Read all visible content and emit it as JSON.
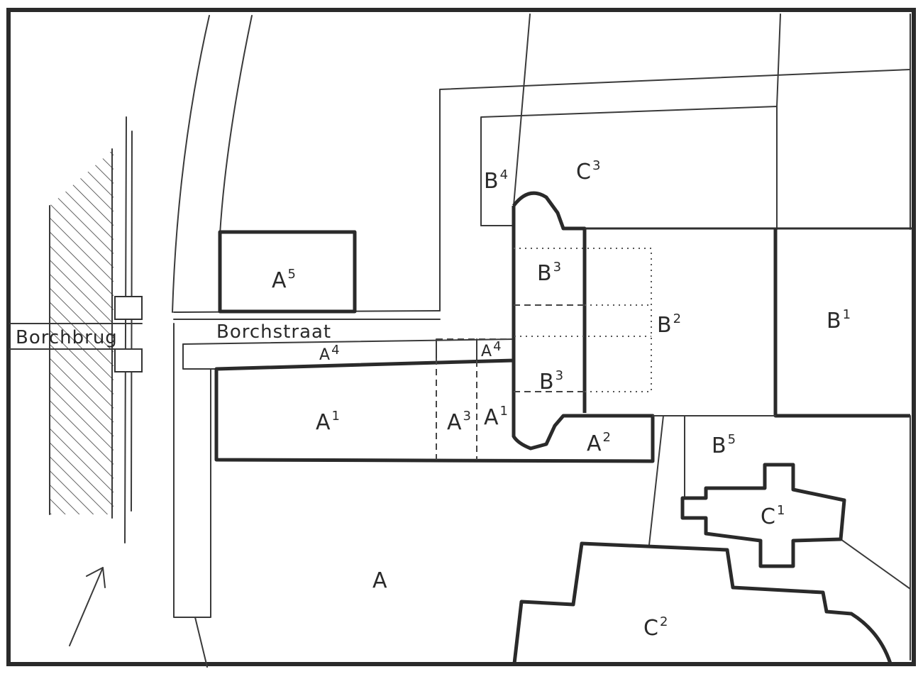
{
  "streets": {
    "bridge": "Borchbrug",
    "street": "Borchstraat"
  },
  "parcels": [
    {
      "id": "A",
      "base": "A",
      "sup": ""
    },
    {
      "id": "A1-main",
      "base": "A",
      "sup": "1"
    },
    {
      "id": "A1-small",
      "base": "A",
      "sup": "1"
    },
    {
      "id": "A2",
      "base": "A",
      "sup": "2"
    },
    {
      "id": "A3",
      "base": "A",
      "sup": "3"
    },
    {
      "id": "A4-street",
      "base": "A",
      "sup": "4"
    },
    {
      "id": "A4-box",
      "base": "A",
      "sup": "4"
    },
    {
      "id": "A5",
      "base": "A",
      "sup": "5"
    },
    {
      "id": "B1",
      "base": "B",
      "sup": "1"
    },
    {
      "id": "B2",
      "base": "B",
      "sup": "2"
    },
    {
      "id": "B3-upper",
      "base": "B",
      "sup": "3"
    },
    {
      "id": "B3-lower",
      "base": "B",
      "sup": "3"
    },
    {
      "id": "B4",
      "base": "B",
      "sup": "4"
    },
    {
      "id": "B5",
      "base": "B",
      "sup": "5"
    },
    {
      "id": "C1",
      "base": "C",
      "sup": "1"
    },
    {
      "id": "C2",
      "base": "C",
      "sup": "2"
    },
    {
      "id": "C3",
      "base": "C",
      "sup": "3"
    }
  ],
  "north_arrow": "north-arrow"
}
